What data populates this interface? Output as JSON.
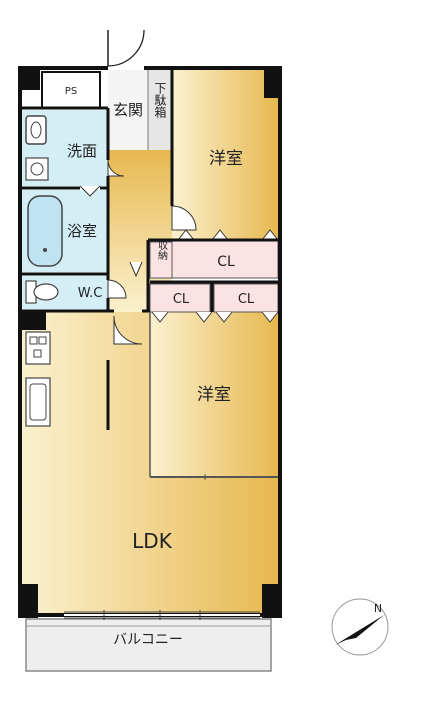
{
  "rooms": {
    "ps": "PS",
    "genkan": "玄関",
    "getabako": "下駄箱",
    "senmen": "洗面",
    "yoshitsu_upper": "洋室",
    "yokushitsu": "浴室",
    "shuno": "収納",
    "cl_upper": "CL",
    "wc": "W.C",
    "cl_left": "CL",
    "cl_right": "CL",
    "yoshitsu_lower": "洋室",
    "ldk": "LDK",
    "balcony": "バルコニー"
  },
  "compass": {
    "north_label": "N"
  },
  "colors": {
    "wall": "#111111",
    "floor_light": "#fbf1cf",
    "floor_dark": "#e7b84f",
    "wet_area": "#d4eef6",
    "closet": "#fbe3e3",
    "balcony": "#eeeeee"
  }
}
